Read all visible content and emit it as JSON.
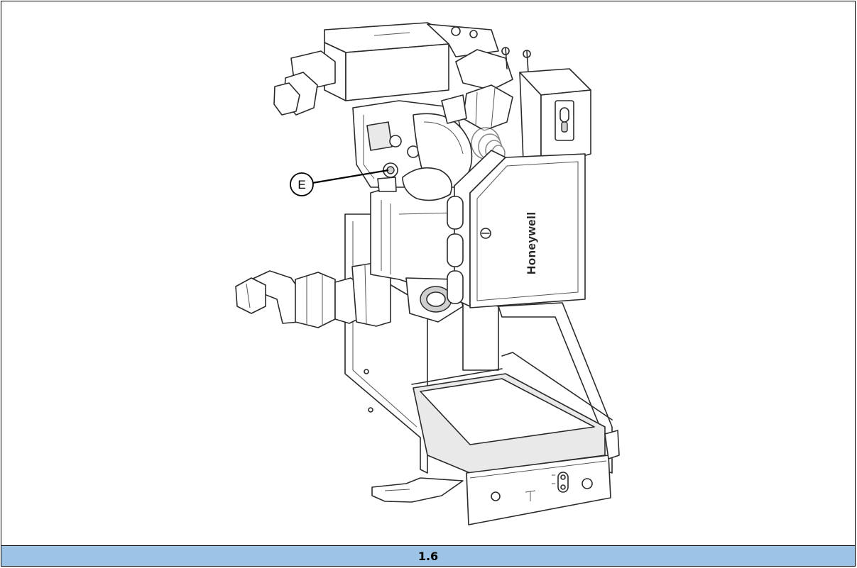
{
  "figure": {
    "callout_label": "E",
    "brand_text": "Honeywell",
    "caption": "1.6"
  }
}
